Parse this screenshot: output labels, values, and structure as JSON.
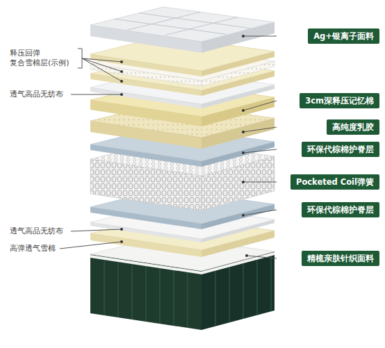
{
  "diagram": {
    "nodes": [
      {
        "text": [
          "Ag+银离子面料"
        ]
      },
      {
        "text": [
          "3cm深释压记忆棉"
        ]
      },
      {
        "text": [
          "高纯度乳胶"
        ]
      },
      {
        "text": [
          "环保代棕棉护脊层"
        ]
      },
      {
        "text": [
          "Pocketed Coil弹簧"
        ]
      },
      {
        "text": [
          "环保代棕棉护脊层"
        ]
      },
      {
        "text": [
          "精梳亲肤针织面料"
        ]
      }
    ],
    "labels": [
      "释压回弹 复合雪棉层(示例)",
      "透气高品无纺布",
      "透气高品无纺布",
      "高弹透气雪棉"
    ]
  }
}
